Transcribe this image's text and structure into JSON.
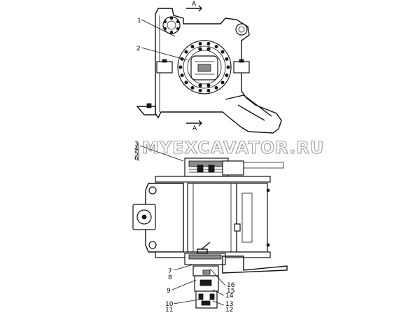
{
  "watermark": "MYEXCAVATOR.RU",
  "section_marks": {
    "top": "A",
    "bottom": "A"
  },
  "callouts": {
    "c1": "1",
    "c2": "2",
    "c3": "3",
    "c4": "4",
    "c5": "5",
    "c6": "6",
    "c7": "7",
    "c8": "8",
    "c9": "9",
    "c10": "10",
    "c11": "11",
    "c12": "12",
    "c13": "13",
    "c14": "14",
    "c15": "15",
    "c16": "16"
  }
}
